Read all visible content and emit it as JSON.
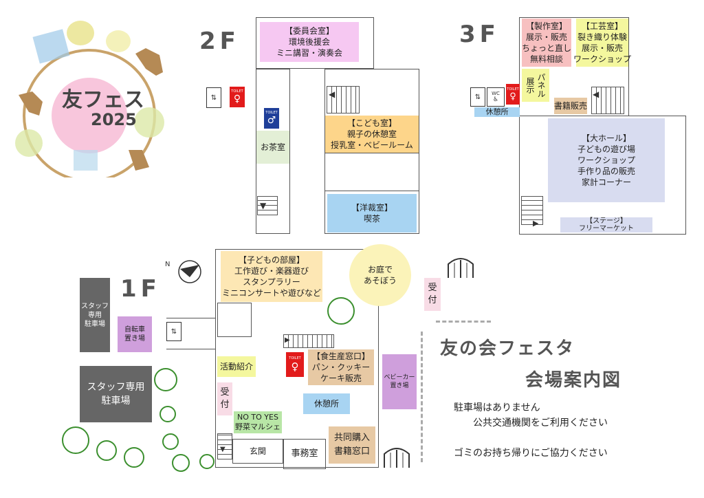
{
  "logo": {
    "text_main": "友フェス",
    "year": "2025"
  },
  "floors": {
    "f2": {
      "label": "2F",
      "rooms": {
        "committee": [
          "【委員会室】",
          "環境後援会",
          "ミニ講習・演奏会"
        ],
        "tea": [
          "お茶室"
        ],
        "kids": [
          "【こども室】",
          "親子の休憩室",
          "授乳室・ベビールーム"
        ],
        "western": [
          "【洋裁室】",
          "喫茶"
        ]
      },
      "toilet_label": "TOILET",
      "toilet_label2": "TOILET"
    },
    "f3": {
      "label": "3F",
      "rooms": {
        "craft": [
          "【製作室】",
          "展示・販売",
          "ちょっと直し",
          "無料相談"
        ],
        "art": [
          "【工芸室】",
          "裂き織り体験",
          "展示・販売",
          "ワークショップ"
        ],
        "panel": [
          "パネル",
          "展示"
        ],
        "books": [
          "書籍販売"
        ],
        "rest": [
          "休憩所"
        ],
        "hall": [
          "【大ホール】",
          "子どもの遊び場",
          "ワークショップ",
          "手作り品の販売",
          "家計コーナー"
        ],
        "stage": [
          "【ステージ】",
          "フリーマーケット"
        ]
      },
      "toilet_label": "TOILET",
      "wc_label": "WC"
    },
    "f1": {
      "label": "1F",
      "rooms": {
        "kids_room": [
          "【子どもの部屋】",
          "工作遊び・楽器遊び",
          "スタンプラリー",
          "ミニコンサートや遊びなど"
        ],
        "garden": [
          "お庭で",
          "あそぼう"
        ],
        "reception_out": [
          "受",
          "付"
        ],
        "staff_parking_small": [
          "スタッフ",
          "専用",
          "駐車場"
        ],
        "bicycle": [
          "自転車",
          "置き場"
        ],
        "staff_parking": [
          "スタッフ専用",
          "駐車場"
        ],
        "activities": [
          "活動紹介"
        ],
        "reception_in": [
          "受",
          "付"
        ],
        "food": [
          "【食生産窓口】",
          "パン・クッキー",
          "ケーキ販売"
        ],
        "stroller": [
          "ベビーカー",
          "置き場"
        ],
        "rest": [
          "休憩所"
        ],
        "market": [
          "NO TO YES",
          "野菜マルシェ"
        ],
        "entrance": [
          "玄関"
        ],
        "office": [
          "事務室"
        ],
        "coop": [
          "共同購入",
          "書籍窓口"
        ]
      },
      "toilet_label": "TOILET",
      "north_label": "N"
    }
  },
  "title": {
    "line1": "友の会フェスタ",
    "line2": "会場案内図"
  },
  "notices": {
    "parking1": "駐車場はありません",
    "parking2": "公共交通機関をご利用ください",
    "garbage": "ゴミのお持ち帰りにご協力ください"
  },
  "colors": {
    "pink_room": "#f6c8f2",
    "yellow_room": "#fde7b4",
    "blue_room": "#a8d4f2",
    "green_room": "#e3efd6",
    "red_room": "#f7c0c0",
    "lime_room": "#f4f79e",
    "hall": "#d8dcf0",
    "grey": "#666666",
    "purple": "#cf9fdc",
    "tan": "#e7c9a4"
  }
}
